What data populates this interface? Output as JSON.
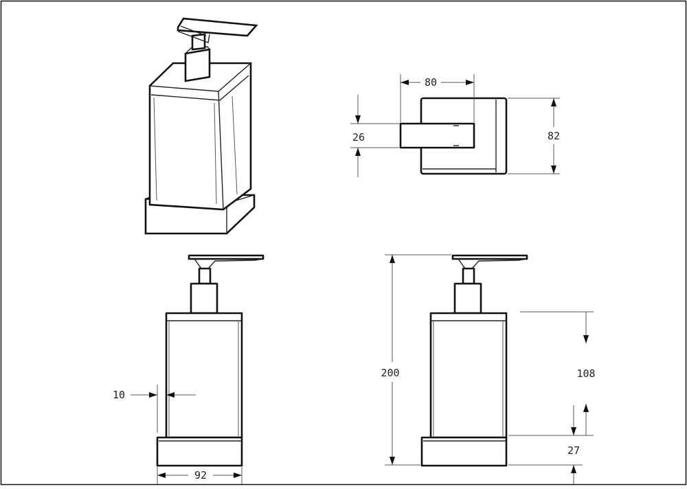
{
  "drawing": {
    "dimensions": {
      "top_width": "80",
      "top_depth": "82",
      "top_lever": "26",
      "front_width": "92",
      "front_wall": "10",
      "side_height": "200",
      "side_body": "108",
      "side_base": "27"
    }
  }
}
